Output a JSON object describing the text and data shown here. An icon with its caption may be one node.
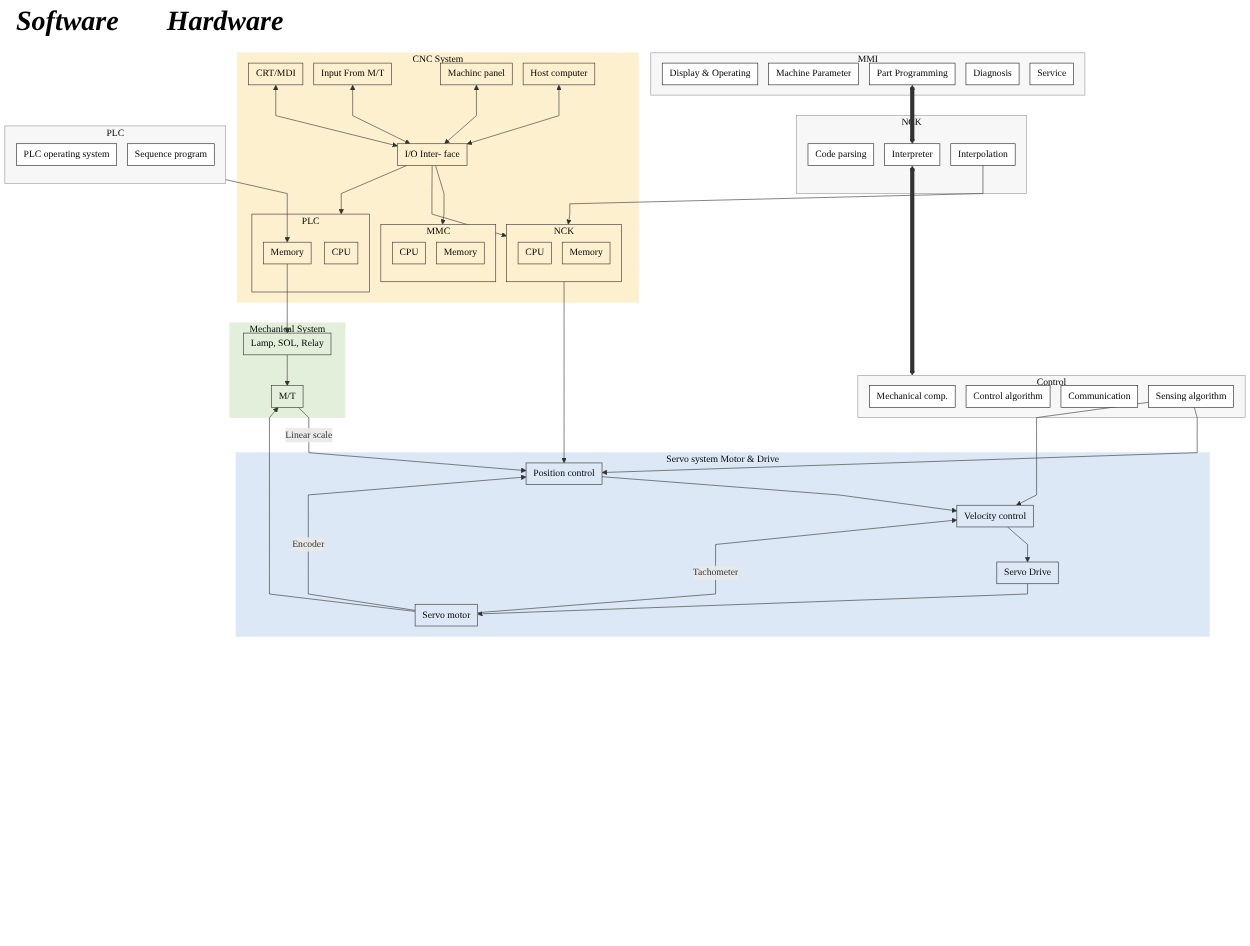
{
  "diagram": {
    "nodes": [
      {
        "text": [
          "MMI"
        ]
      },
      {
        "text": [
          "Display & Operating"
        ],
        "in": 0
      },
      {
        "text": [
          "Machine Parameter"
        ],
        "in": 0
      },
      {
        "text": [
          "Part Programming"
        ],
        "in": 0
      },
      {
        "text": [
          "Diagnosis"
        ],
        "in": 0
      },
      {
        "text": [
          "Service"
        ],
        "in": 0
      },
      {
        "text": [
          "NCK"
        ]
      },
      {
        "text": [
          "Code parsing"
        ],
        "in": 6
      },
      {
        "text": [
          "Interpreter"
        ],
        "in": 6
      },
      {
        "text": [
          "Interpolation"
        ],
        "in": 6
      },
      {
        "text": [
          "Control"
        ]
      },
      {
        "text": [
          "Mechanical comp."
        ],
        "in": 10
      },
      {
        "text": [
          "Control algorithm"
        ],
        "in": 10
      },
      {
        "text": [
          "Communication"
        ],
        "in": 10
      },
      {
        "text": [
          "Sensing algorithm"
        ],
        "in": 10
      },
      {
        "text": [
          "CNC System"
        ]
      },
      {
        "text": [
          "CRT/MDI"
        ],
        "in": 15
      },
      {
        "text": [
          "Input From M/T"
        ],
        "in": 15
      },
      {
        "text": [
          "Machinc panel"
        ],
        "in": 15
      },
      {
        "text": [
          "Host computer"
        ],
        "in": 15
      },
      {
        "text": [
          "I/O Inter- face"
        ],
        "in": 15
      },
      {
        "text": [
          "MMC"
        ],
        "in": 15
      },
      {
        "text": [
          "CPU"
        ],
        "in": 21
      },
      {
        "text": [
          "Memory"
        ],
        "in": 21
      },
      {
        "text": [
          "NCK"
        ],
        "in": 15
      },
      {
        "text": [
          "CPU"
        ],
        "in": 24
      },
      {
        "text": [
          "Memory"
        ],
        "in": 24
      },
      {
        "text": [
          "PLC"
        ],
        "in": 15
      },
      {
        "text": [
          "CPU"
        ],
        "in": 27
      },
      {
        "text": [
          "Memory"
        ],
        "in": 27
      },
      {
        "text": [
          "Servo system Motor & Drive"
        ]
      },
      {
        "text": [
          "Position control"
        ],
        "in": 30
      },
      {
        "text": [
          "Velocity control"
        ],
        "in": 30
      },
      {
        "text": [
          "Servo Drive"
        ],
        "in": 30
      },
      {
        "text": [
          "Servo motor"
        ],
        "in": 30
      },
      {
        "text": [
          "Mechanical System"
        ]
      },
      {
        "text": [
          "M/T"
        ],
        "in": 35
      },
      {
        "text": [
          "Lamp, SOL, Relay"
        ],
        "in": 35
      },
      {
        "text": [
          "PLC"
        ]
      },
      {
        "text": [
          "PLC operating system"
        ],
        "in": 38
      },
      {
        "text": [
          "Sequence program"
        ],
        "in": 38
      }
    ],
    "edges": [
      {
        "from": 3,
        "to": 8,
        "arrow": "both",
        "style": "thick"
      },
      {
        "from": 8,
        "to": 10,
        "arrow": "both",
        "style": "thick"
      },
      {
        "from": 9,
        "to": 24,
        "arrow": "to"
      },
      {
        "from": 14,
        "to": 31,
        "arrow": "to"
      },
      {
        "from": 14,
        "to": 32,
        "arrow": "to"
      },
      {
        "from": 16,
        "to": 20,
        "arrow": "both"
      },
      {
        "from": 17,
        "to": 20,
        "arrow": "both"
      },
      {
        "from": 18,
        "to": 20,
        "arrow": "both"
      },
      {
        "from": 19,
        "to": 20,
        "arrow": "both"
      },
      {
        "from": 20,
        "to": 21,
        "arrow": "to"
      },
      {
        "from": 20,
        "to": 24,
        "arrow": "to"
      },
      {
        "from": 20,
        "to": 27,
        "arrow": "to"
      },
      {
        "from": 24,
        "to": 31,
        "arrow": "to"
      },
      {
        "from": 31,
        "to": 32,
        "arrow": "to"
      },
      {
        "from": 32,
        "to": 33,
        "arrow": "to"
      },
      {
        "from": 33,
        "to": 34,
        "arrow": "to"
      },
      {
        "from": 34,
        "to": 36,
        "arrow": "to"
      },
      {
        "from": 34,
        "to": 32,
        "arrow": "to",
        "label": "Tachometer"
      },
      {
        "from": 34,
        "to": 31,
        "arrow": "to",
        "label": "Encoder"
      },
      {
        "from": 36,
        "to": 31,
        "arrow": "to",
        "label": "Linear scale"
      },
      {
        "from": 29,
        "to": 37,
        "arrow": "to"
      },
      {
        "from": 37,
        "to": 36,
        "arrow": "to"
      },
      {
        "from": 38,
        "to": 29,
        "arrow": "to"
      }
    ],
    "labels": [
      "Software",
      "Hardware"
    ]
  }
}
